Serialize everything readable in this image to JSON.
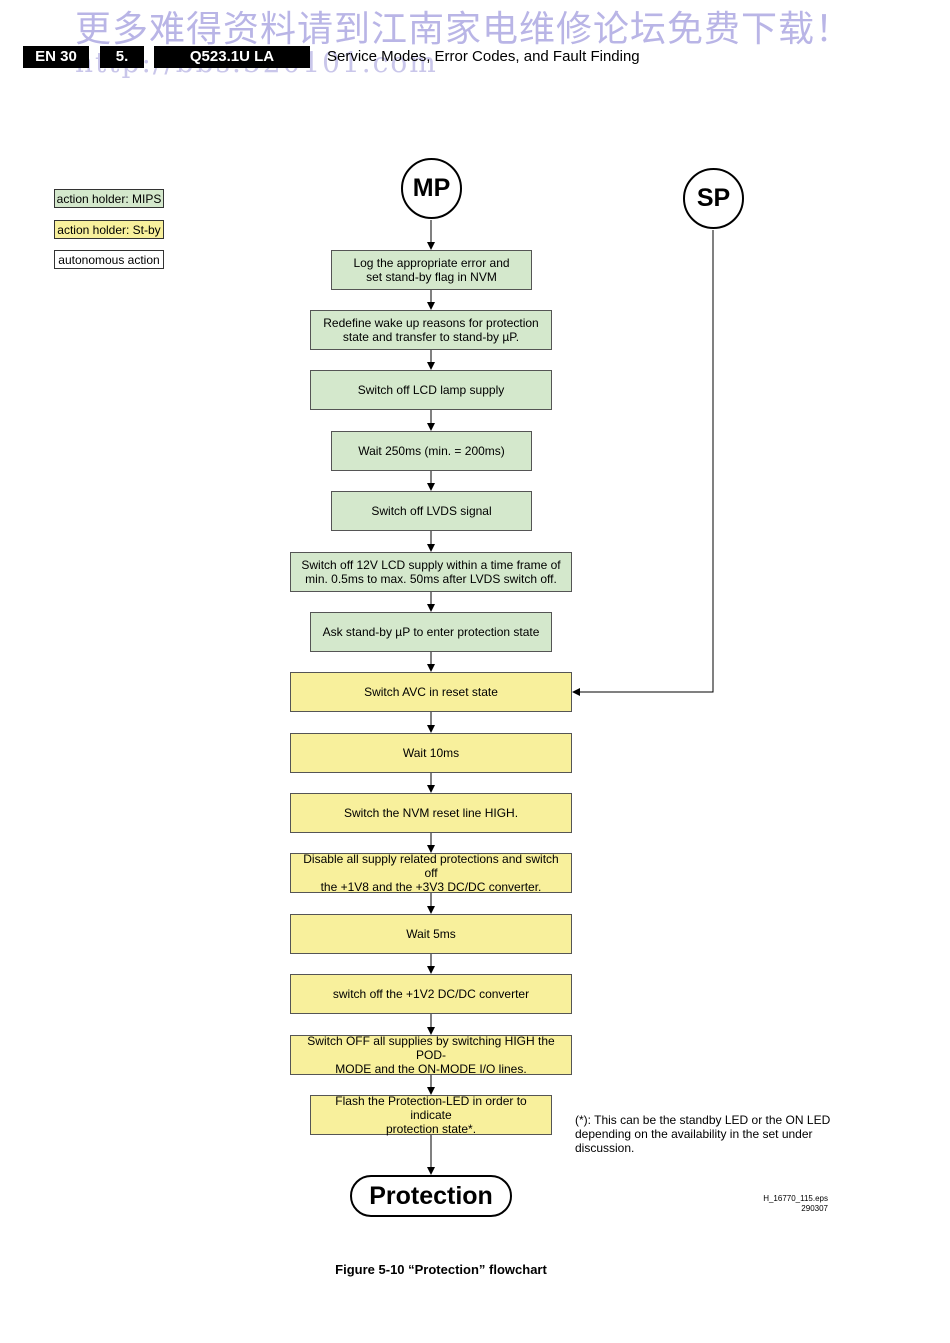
{
  "watermark": {
    "line1": "更多难得资料请到江南家电维修论坛免费下载！",
    "line2": "http://bbs.520101.com"
  },
  "header": {
    "page_ref": "EN 30",
    "section": "5.",
    "model": "Q523.1U LA",
    "title": "Service Modes, Error Codes, and Fault Finding"
  },
  "legend": [
    {
      "label": "action holder: MIPS",
      "kind": "mips"
    },
    {
      "label": "action holder: St-by",
      "kind": "stby"
    },
    {
      "label": "autonomous action",
      "kind": "none"
    }
  ],
  "flowchart": {
    "start_mp": "MP",
    "start_sp": "SP",
    "steps": [
      {
        "text": "Log the appropriate error and\nset stand-by flag in NVM",
        "kind": "mips"
      },
      {
        "text": "Redefine wake up reasons for protection\nstate and transfer to stand-by µP.",
        "kind": "mips"
      },
      {
        "text": "Switch off LCD lamp supply",
        "kind": "mips"
      },
      {
        "text": "Wait 250ms (min. = 200ms)",
        "kind": "mips"
      },
      {
        "text": "Switch off LVDS signal",
        "kind": "mips"
      },
      {
        "text": "Switch off 12V LCD supply within a time frame of\nmin. 0.5ms to max. 50ms after LVDS switch off.",
        "kind": "mips"
      },
      {
        "text": "Ask stand-by µP to enter protection state",
        "kind": "mips"
      },
      {
        "text": "Switch AVC in reset state",
        "kind": "stby"
      },
      {
        "text": "Wait 10ms",
        "kind": "stby"
      },
      {
        "text": "Switch the NVM reset line HIGH.",
        "kind": "stby"
      },
      {
        "text": "Disable all supply related protections and switch off\nthe +1V8 and the +3V3 DC/DC converter.",
        "kind": "stby"
      },
      {
        "text": "Wait 5ms",
        "kind": "stby"
      },
      {
        "text": "switch off the +1V2 DC/DC converter",
        "kind": "stby"
      },
      {
        "text": "Switch OFF all supplies by switching HIGH the POD-\nMODE and the ON-MODE I/O lines.",
        "kind": "stby"
      },
      {
        "text": "Flash the Protection-LED in order to indicate\nprotection state*.",
        "kind": "stby"
      }
    ],
    "end": "Protection"
  },
  "footnote": "(*): This can be the standby LED or the ON LED depending on the availability in the set under discussion.",
  "file_id": {
    "name": "H_16770_115.eps",
    "date": "290307"
  },
  "caption": "Figure 5-10  “Protection” flowchart",
  "colors": {
    "mips": "#d4e8cc",
    "stby": "#f8f09c"
  }
}
